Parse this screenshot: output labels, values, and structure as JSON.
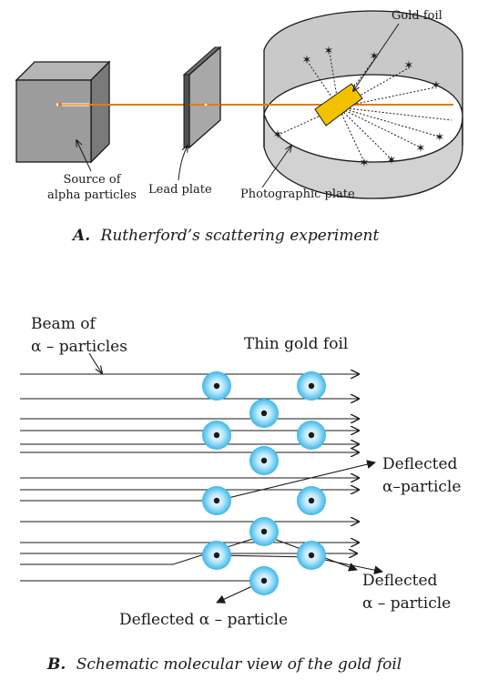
{
  "partA": {
    "labels": {
      "gold_foil": "Gold foil",
      "source_line1": "Source of",
      "source_line2": "alpha particles",
      "lead_plate": "Lead plate",
      "photographic_plate": "Photographic plate"
    },
    "caption": {
      "letter": "A.",
      "text": "Rutherford’s scattering experiment"
    }
  },
  "partB": {
    "labels": {
      "beam_line1": "Beam of",
      "beam_line2": "α – particles",
      "thin_gold_foil": "Thin gold foil",
      "deflected_right_line1": "Deflected",
      "deflected_right_line2": "α–particle",
      "deflected_lower_line1": "Deflected",
      "deflected_lower_line2": "α – particle",
      "deflected_back": "Deflected α – particle"
    },
    "caption": {
      "letter": "B.",
      "text": "Schematic molecular view of the gold foil"
    }
  },
  "colors": {
    "beam": "#e07a1f",
    "foil": "#f2c200",
    "atom_outer": "#4fc3ee",
    "atom_inner": "#d9f4fd",
    "box_gray": "#8a8a8a"
  }
}
